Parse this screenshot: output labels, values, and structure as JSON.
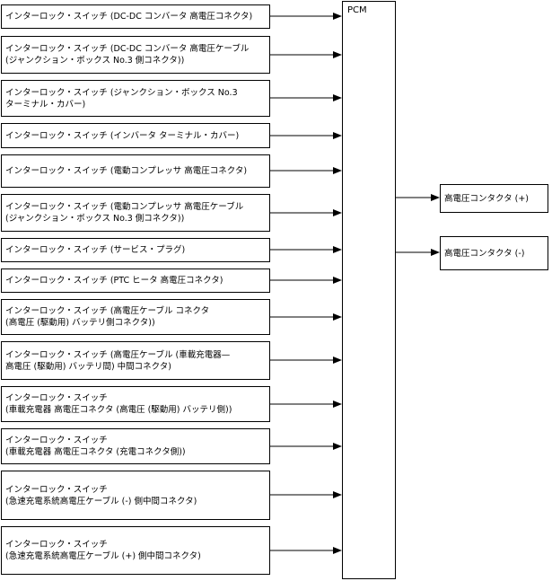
{
  "pcm_label": "PCM",
  "inputs": [
    "インターロック・スイッチ (DC-DC コンバータ 高電圧コネクタ)",
    "インターロック・スイッチ (DC-DC コンバータ 高電圧ケーブル\n(ジャンクション・ボックス No.3 側コネクタ))",
    "インターロック・スイッチ (ジャンクション・ボックス No.3\nターミナル・カバー)",
    "インターロック・スイッチ (インバータ ターミナル・カバー)",
    "インターロック・スイッチ (電動コンプレッサ 高電圧コネクタ)",
    "インターロック・スイッチ (電動コンプレッサ 高電圧ケーブル\n(ジャンクション・ボックス No.3 側コネクタ))",
    "インターロック・スイッチ (サービス・プラグ)",
    "インターロック・スイッチ (PTC ヒータ 高電圧コネクタ)",
    "インターロック・スイッチ (高電圧ケーブル コネクタ\n(高電圧 (駆動用) バッテリ側コネクタ))",
    "インターロック・スイッチ (高電圧ケーブル (車載充電器—\n高電圧 (駆動用) バッテリ間) 中間コネクタ)",
    "インターロック・スイッチ\n(車載充電器 高電圧コネクタ (高電圧 (駆動用) バッテリ側))",
    "インターロック・スイッチ\n(車載充電器 高電圧コネクタ (充電コネクタ側))",
    "インターロック・スイッチ\n(急速充電系統高電圧ケーブル (-) 側中間コネクタ)",
    "インターロック・スイッチ\n(急速充電系統高電圧ケーブル (+) 側中間コネクタ)"
  ],
  "outputs": [
    "高電圧コンタクタ (+)",
    "高電圧コンタクタ (-)"
  ]
}
